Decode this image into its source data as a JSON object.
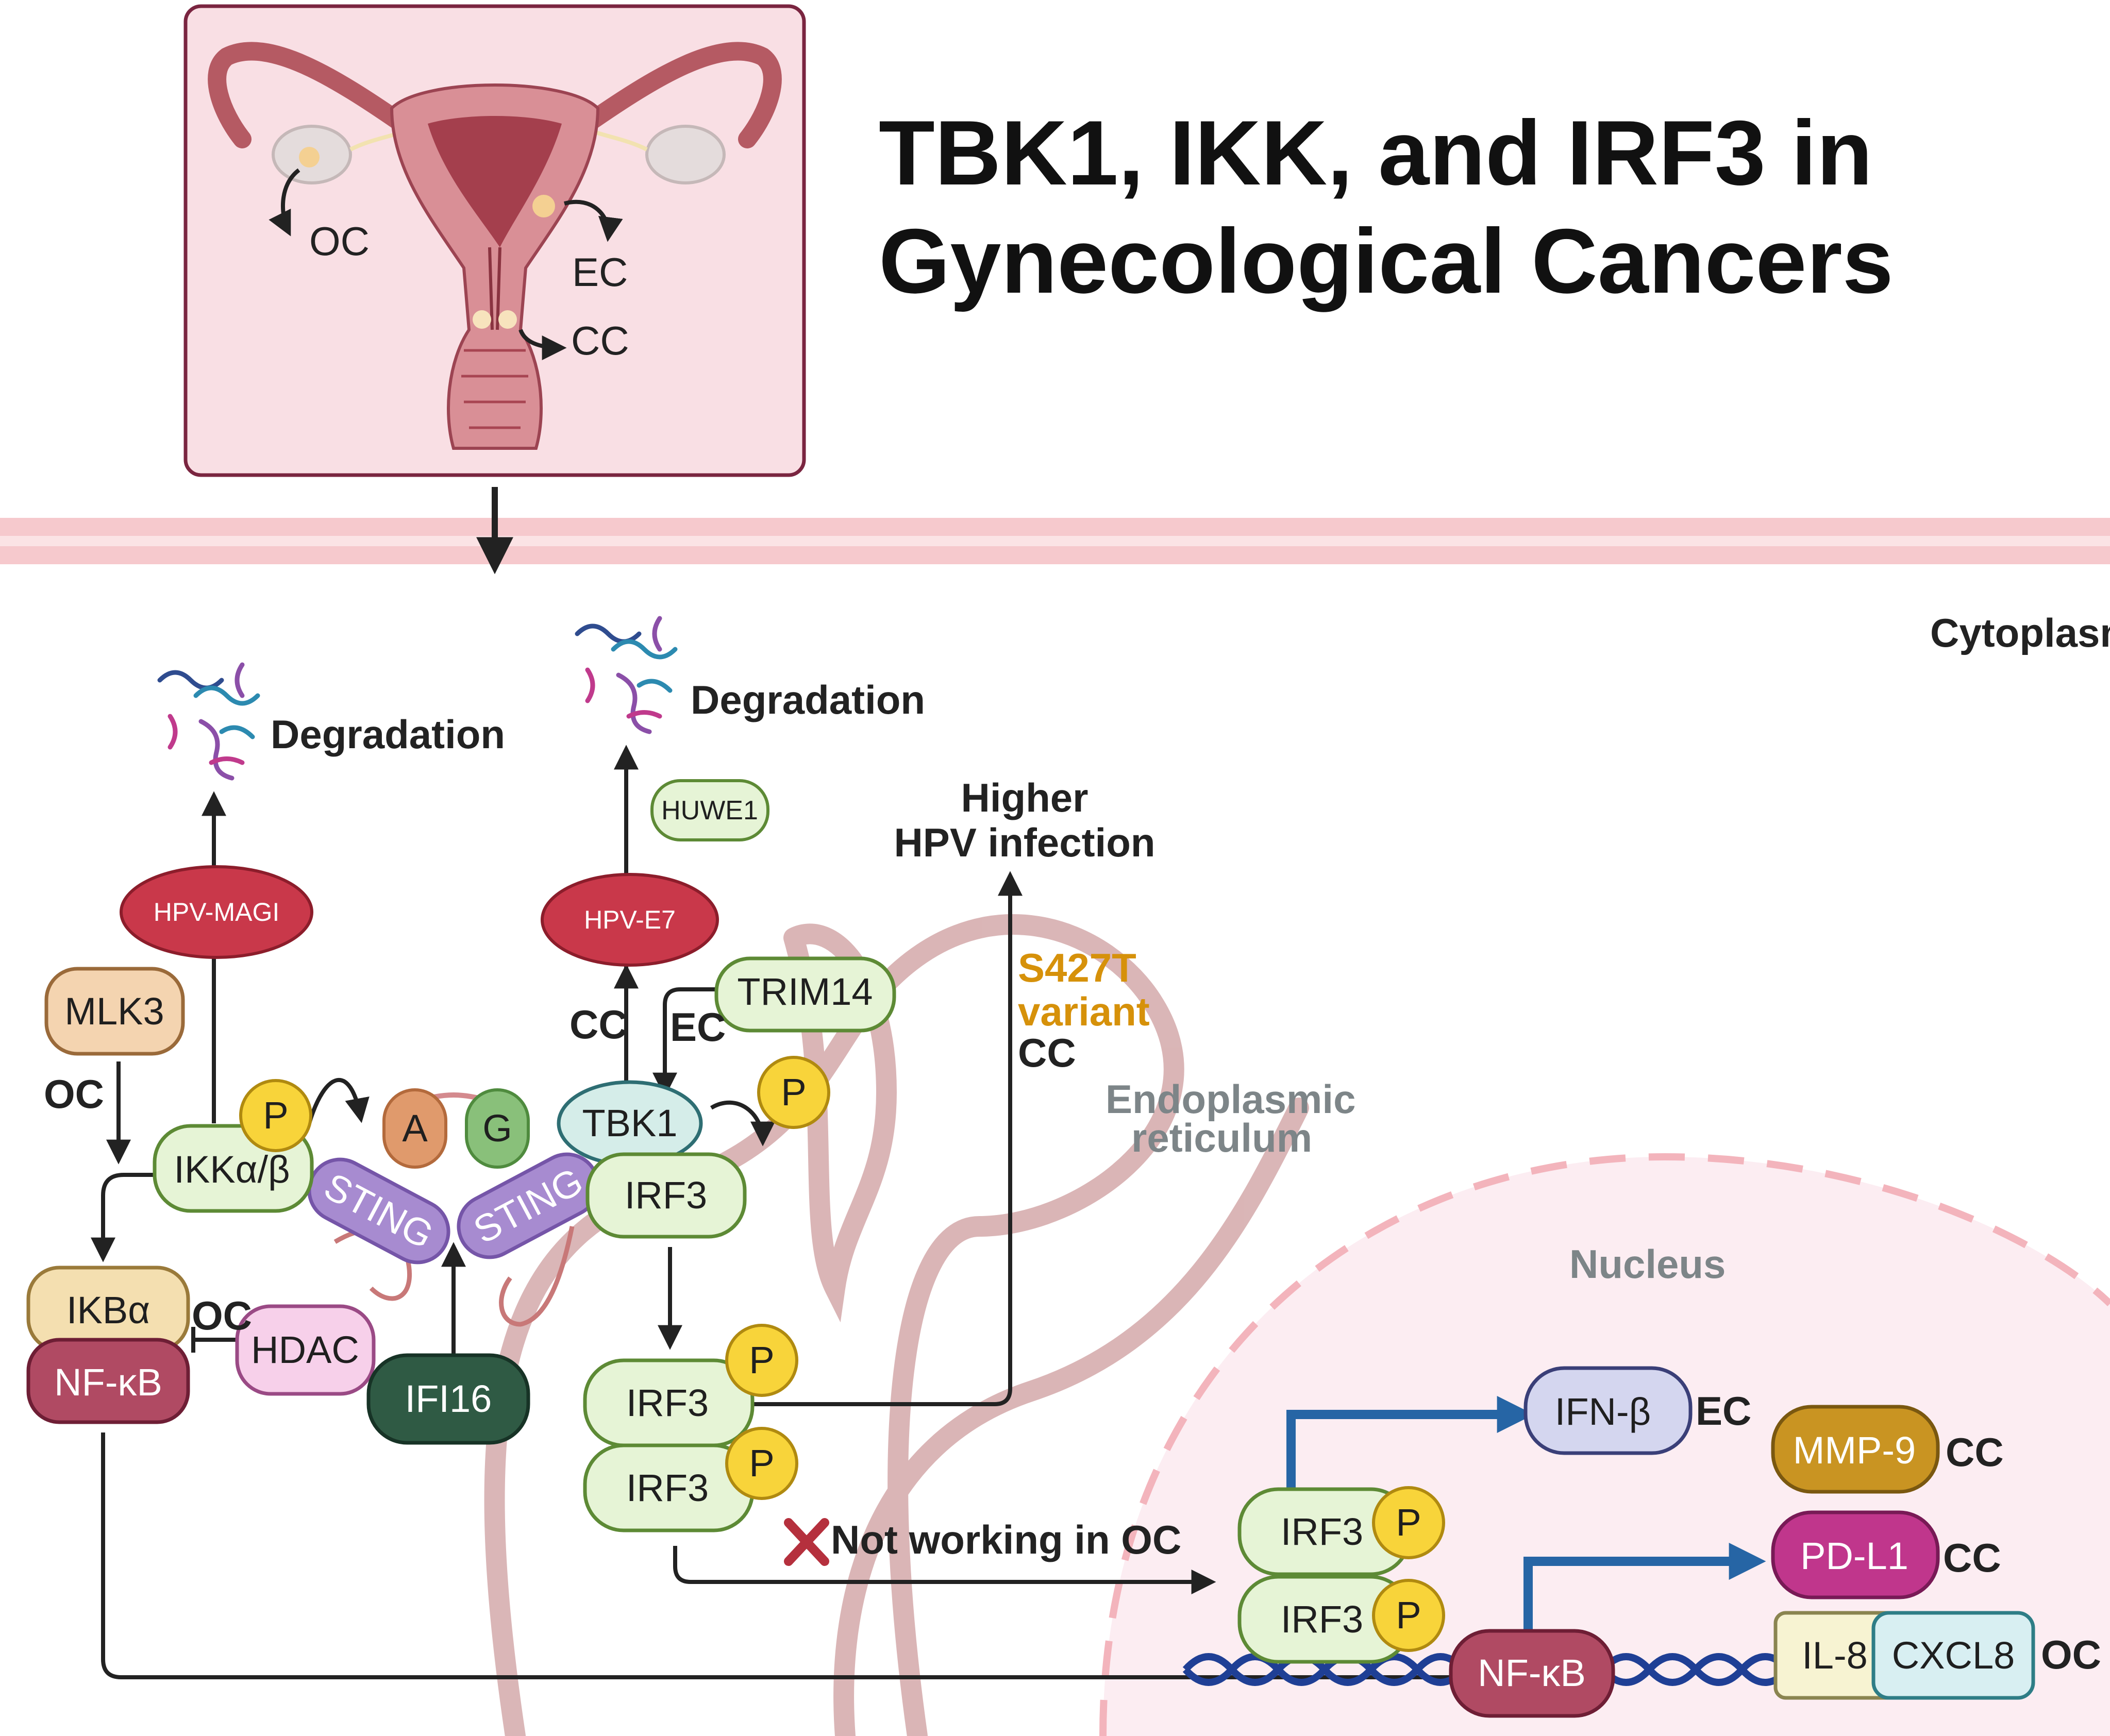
{
  "title": {
    "line1": "TBK1, IKK, and IRF3 in",
    "line2": "Gynecological Cancers"
  },
  "inset": {
    "oc": "OC",
    "ec": "EC",
    "cc": "CC"
  },
  "regions": {
    "cytoplasm": "Cytoplasm",
    "er_line1": "Endoplasmic",
    "er_line2": "reticulum",
    "nucleus": "Nucleus"
  },
  "nodes": {
    "degradation_left": "Degradation",
    "degradation_right": "Degradation",
    "hpv_magi": "HPV-MAGI",
    "hpv_e7": "HPV-E7",
    "huwe1": "HUWE1",
    "mlk3": "MLK3",
    "ikk": "IKKα/β",
    "p": "P",
    "a": "A",
    "g": "G",
    "sting": "STING",
    "tbk1": "TBK1",
    "trim14": "TRIM14",
    "irf3": "IRF3",
    "ikba": "IKBα",
    "nfkb": "NF-κB",
    "hdac": "HDAC",
    "ifi16": "IFI16",
    "ifnb": "IFN-β",
    "mmp9": "MMP-9",
    "pdl1": "PD-L1",
    "il8": "IL-8",
    "cxcl8": "CXCL8"
  },
  "annotations": {
    "oc": "OC",
    "cc": "CC",
    "ec": "EC",
    "higher_line1": "Higher",
    "higher_line2": "HPV infection",
    "s427t_line1": "S427T",
    "s427t_line2": "variant",
    "not_working": "Not working in OC"
  },
  "colors": {
    "inset_bg": "#f9dfe4",
    "inset_border": "#7a2540",
    "membrane": "#f6c9cd",
    "nucleus_bg": "#fcedf2",
    "er_stroke": "#d4a9aa",
    "green_fill": "#e6f4d6",
    "green_stroke": "#5d8a35",
    "phospho": "#f8d43a",
    "sting": "#a78bd0",
    "hpv_red": "#c9384a",
    "nfkb": "#b04a63",
    "ifi16": "#2f5a44",
    "mmp9": "#c99422",
    "pdl1": "#c0368c",
    "arrow_blue": "#2665a5",
    "variant_orange": "#d6910a"
  }
}
